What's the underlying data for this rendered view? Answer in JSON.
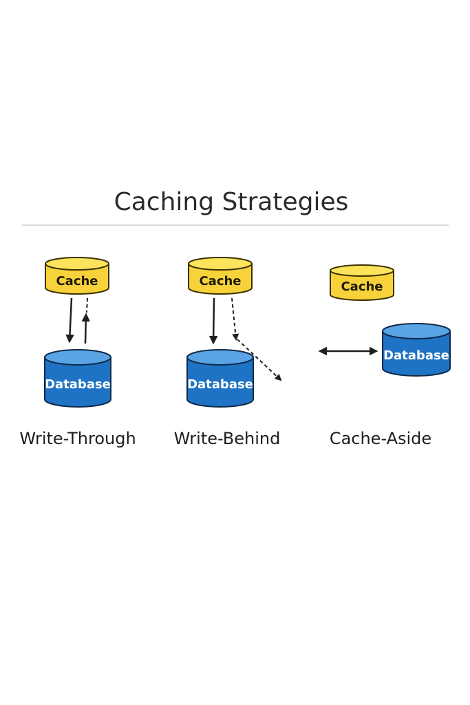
{
  "title": "Caching Strategies",
  "colors": {
    "cache_fill": "#f7d23a",
    "cache_top": "#fbe35c",
    "cache_stroke": "#3a3000",
    "cache_text": "#1f1a00",
    "db_fill": "#1f73c4",
    "db_top": "#5aa3e4",
    "db_stroke": "#0f2a4a",
    "db_text": "#ffffff",
    "arrow": "#1e1e1e",
    "divider": "#d8d8d8"
  },
  "strategies": [
    {
      "label": "Write-Through",
      "cache_label": "Cache",
      "database_label": "Database",
      "flow": "solid arrow cache to database, dashed line and solid arrow database to cache"
    },
    {
      "label": "Write-Behind",
      "cache_label": "Cache",
      "database_label": "Database",
      "flow": "solid arrow cache to database, dashed arrow from cache pointing away"
    },
    {
      "label": "Cache-Aside",
      "cache_label": "Cache",
      "database_label": "Database",
      "flow": "double-headed arrow beside database"
    }
  ]
}
